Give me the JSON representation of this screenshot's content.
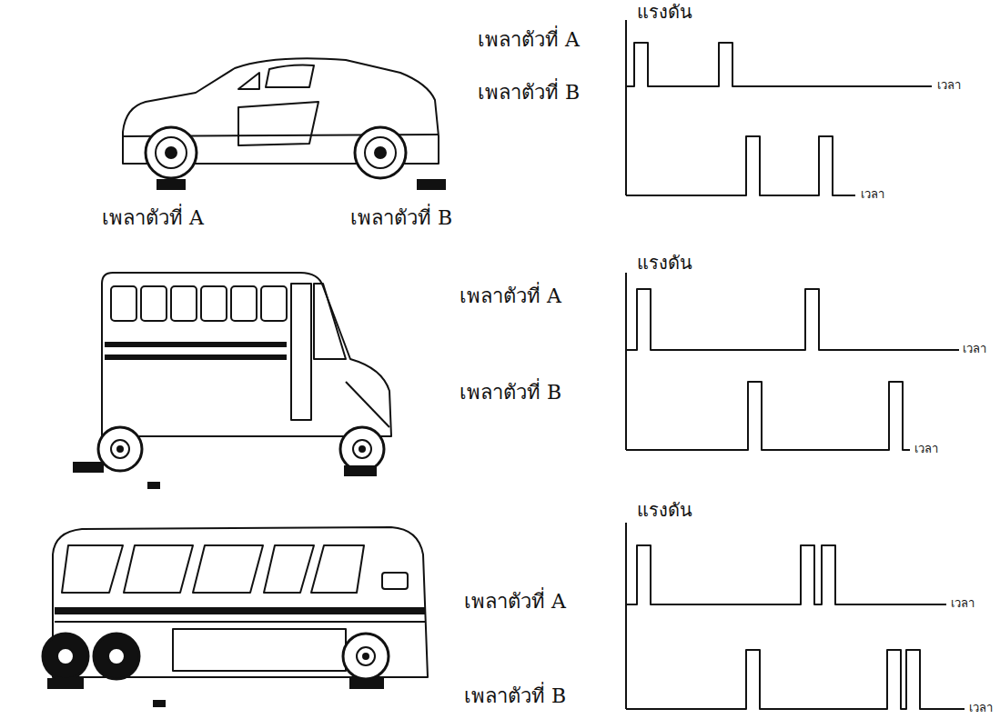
{
  "diagram": {
    "labels": [
      "แรงดัน",
      "เพลาตัวที่ A",
      "เวลา",
      "เพลาตัวที่ B",
      "เวลา",
      "เพลาตัวที่ A",
      "เพลาตัวที่ B",
      "แรงดัน",
      "เพลาตัวที่ A",
      "เวลา",
      "เพลาตัวที่ B",
      "เวลา",
      "แรงดัน",
      "เพลาตัวที่ A",
      "เวลา",
      "เพลาตัวที่ B",
      "เวลา"
    ]
  }
}
